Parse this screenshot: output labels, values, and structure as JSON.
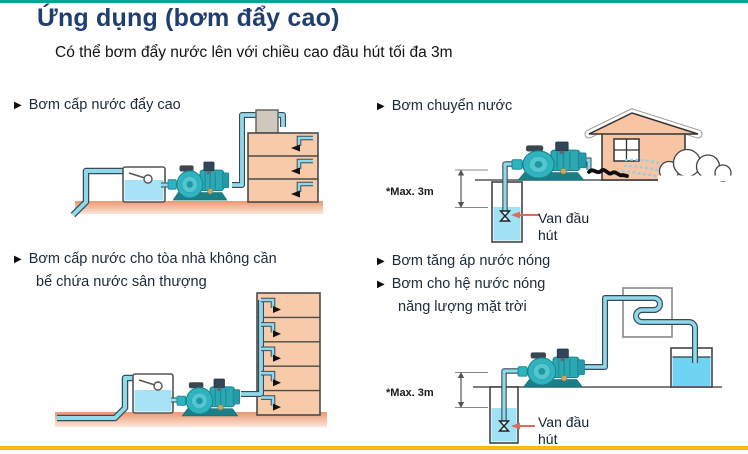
{
  "slide": {
    "title": "Ứng dụng (bơm đẩy cao)",
    "subtitle": "Có thể bơm đẩy nước lên với chiều cao đầu hút tối đa 3m"
  },
  "bullet_icon": "▶",
  "sections": {
    "supply_high": {
      "label": "Bơm cấp nước đẩy cao"
    },
    "transfer": {
      "label": "Bơm chuyển nước",
      "max_height": "*Max. 3m",
      "valve": "Van đầu\nhút"
    },
    "building_no_tank": {
      "label_line1": "Bơm cấp nước cho tòa nhà không cần",
      "label_line2": "bể chứa nước sân thượng"
    },
    "hot_water": {
      "label1": "Bơm tăng áp nước nóng",
      "label2_line1": "Bơm cho hệ nước nóng",
      "label2_line2": "năng lượng mặt trời",
      "max_height": "*Max. 3m",
      "valve": "Van đầu\nhút"
    }
  },
  "colors": {
    "top_bar": "#0DA294",
    "bottom_bar": "#FDB913",
    "title_blue": "#1F3F6E",
    "pump_teal": "#2FB3BE",
    "building_salmon": "#F7CBA9",
    "water_blue": "#A6E3F6",
    "pipe_blue": "#8FD9EC",
    "ground_salmon": "#EE9C76"
  }
}
